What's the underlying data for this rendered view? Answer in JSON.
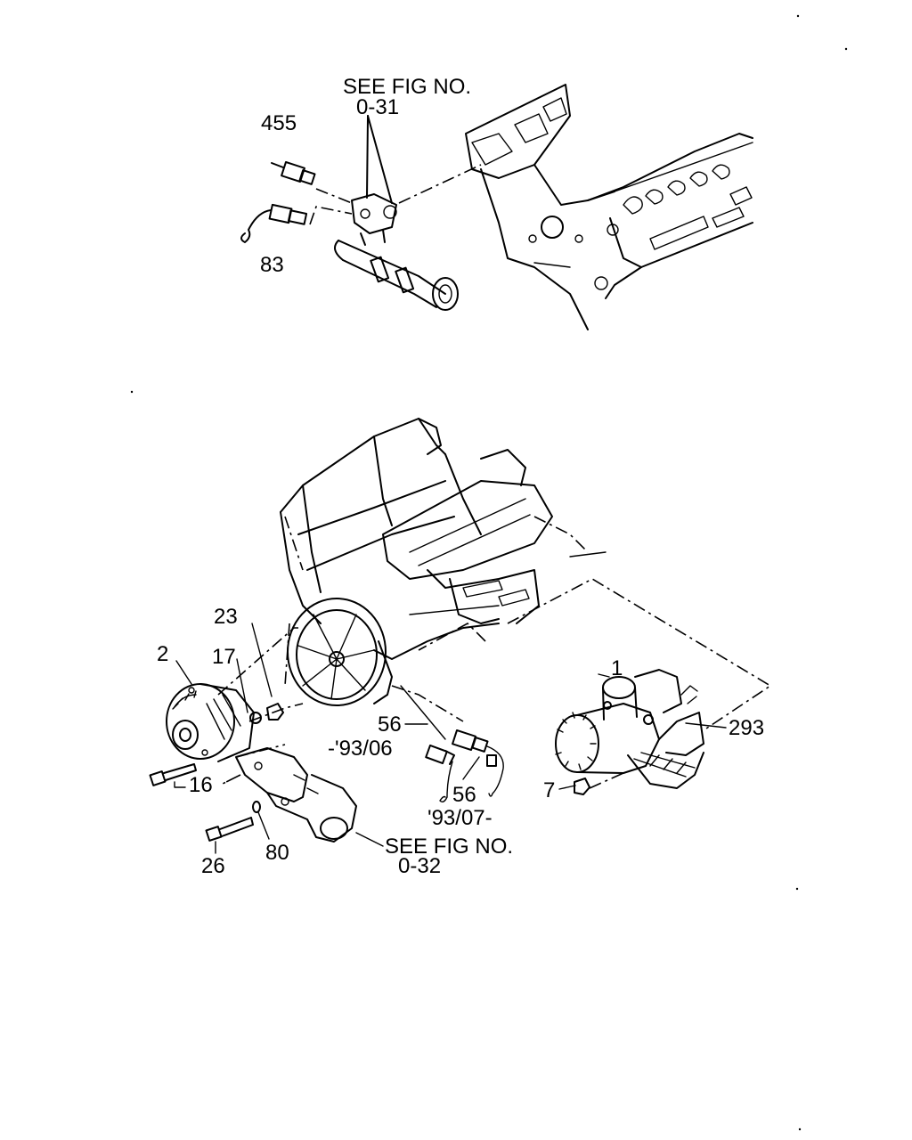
{
  "callouts": {
    "see_fig_top_line1": "SEE FIG NO.",
    "see_fig_top_line2": "0-31",
    "see_fig_bottom_line1": "SEE FIG NO.",
    "see_fig_bottom_line2": "0-32",
    "part_455": "455",
    "part_83": "83",
    "part_23": "23",
    "part_2": "2",
    "part_17": "17",
    "part_1": "1",
    "part_293": "293",
    "part_56_early": "56",
    "part_56_early_date": "-'93/06",
    "part_56_late": "56",
    "part_56_late_date": "'93/07-",
    "part_7": "7",
    "part_16": "16",
    "part_26": "26",
    "part_80": "80"
  },
  "colors": {
    "ink": "#000000",
    "paper": "#ffffff"
  }
}
